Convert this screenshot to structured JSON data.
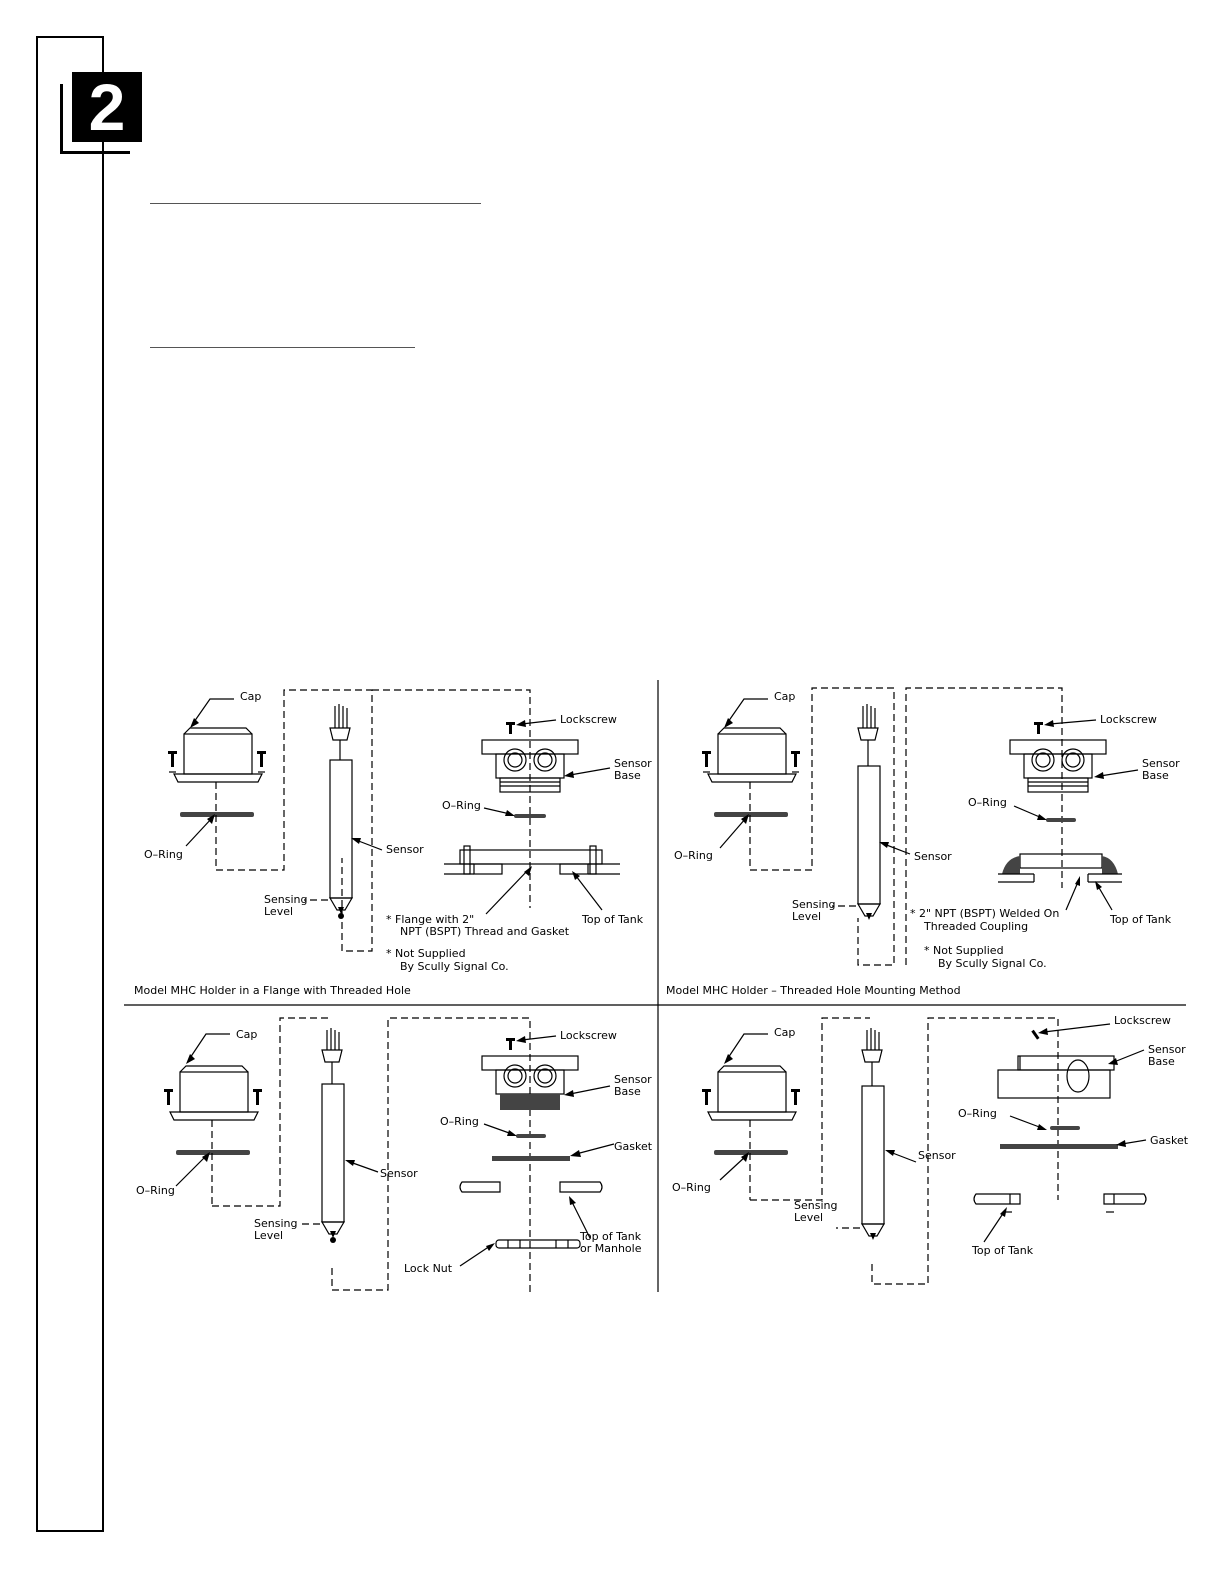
{
  "page": {
    "chapter_number": "2"
  },
  "figure": {
    "panels": [
      {
        "caption": "Model MHC Holder in a Flange with Threaded Hole",
        "labels": {
          "cap": "Cap",
          "lockscrew": "Lockscrew",
          "sensor_base": [
            "Sensor",
            "Base"
          ],
          "o_ring_left": "O–Ring",
          "o_ring_right": "O–Ring",
          "sensor": "Sensor",
          "sensing_level": [
            "Sensing",
            "Level"
          ],
          "top_of_tank": "Top  of  Tank",
          "note_1": [
            "*  Flange  with  2\"",
            "NPT  (BSPT)  Thread  and  Gasket"
          ],
          "note_2": [
            "*  Not  Supplied",
            "By  Scully  Signal  Co."
          ]
        }
      },
      {
        "caption": "Model  MHC  Holder  –  Threaded  Hole  Mounting  Method",
        "labels": {
          "cap": "Cap",
          "lockscrew": "Lockscrew",
          "sensor_base": [
            "Sensor",
            "Base"
          ],
          "o_ring_left": "O–Ring",
          "o_ring_right": "O–Ring",
          "sensor": "Sensor",
          "sensing_level": [
            "Sensing",
            "Level"
          ],
          "top_of_tank": "Top  of  Tank",
          "note_1": [
            "*  2\"  NPT  (BSPT)  Welded  On",
            "Threaded  Coupling"
          ],
          "note_2": [
            "*  Not  Supplied",
            "By  Scully  Signal  Co."
          ]
        }
      },
      {
        "caption": "",
        "labels": {
          "cap": "Cap",
          "lockscrew": "Lockscrew",
          "sensor_base": [
            "Sensor",
            "Base"
          ],
          "o_ring_left": "O–Ring",
          "o_ring_right": "O–Ring",
          "gasket": "Gasket",
          "sensor": "Sensor",
          "sensing_level": [
            "Sensing",
            "Level"
          ],
          "top_of_tank": [
            "Top  of  Tank",
            "or  Manhole"
          ],
          "lock_nut": "Lock  Nut"
        }
      },
      {
        "caption": "",
        "labels": {
          "cap": "Cap",
          "lockscrew": "Lockscrew",
          "sensor_base": [
            "Sensor",
            "Base"
          ],
          "o_ring_left": "O–Ring",
          "o_ring_right": "O–Ring",
          "gasket": "Gasket",
          "sensor": "Sensor",
          "sensing_level": [
            "Sensing",
            "Level"
          ],
          "top_of_tank": "Top  of  Tank"
        }
      }
    ]
  }
}
